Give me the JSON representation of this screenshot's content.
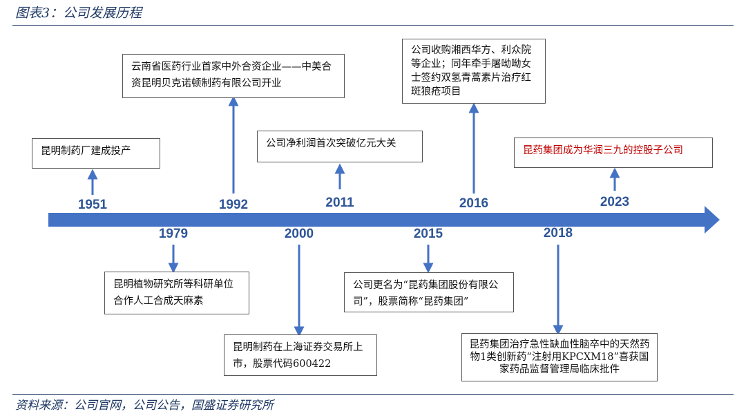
{
  "figure_title": "图表3：公司发展历程",
  "source": "资料来源：公司官网，公司公告，国盛证券研究所",
  "colors": {
    "axis": "#4472c4",
    "year_text": "#2e5597",
    "highlight": "#c00000",
    "title": "#1f3864"
  },
  "milestones_top": [
    {
      "year": "1951",
      "text": "昆明制药厂建成投产"
    },
    {
      "year": "1992",
      "text": "云南省医药行业首家中外合资企业——中美合资昆明贝克诺顿制药有限公司开业"
    },
    {
      "year": "2011",
      "text": "公司净利润首次突破亿元大关"
    },
    {
      "year": "2016",
      "text": "公司收购湘西华方、利众院等企业；同年牵手屠呦呦女士签约双氢青蒿素片治疗红斑狼疮项目"
    },
    {
      "year": "2023",
      "text": "昆药集团成为华润三九的控股子公司"
    }
  ],
  "milestones_bottom": [
    {
      "year": "1979",
      "text": "昆明植物研究所等科研单位合作人工合成天麻素"
    },
    {
      "year": "2000",
      "text": "昆明制药在上海证券交易所上市，股票代码600422"
    },
    {
      "year": "2015",
      "text": "公司更名为“昆药集团股份有限公司”，股票简称“昆药集团”"
    },
    {
      "year": "2018",
      "text": "昆药集团治疗急性缺血性脑卒中的天然药物1类创新药“注射用KPCXM18”喜获国家药品监督管理局临床批件"
    }
  ]
}
